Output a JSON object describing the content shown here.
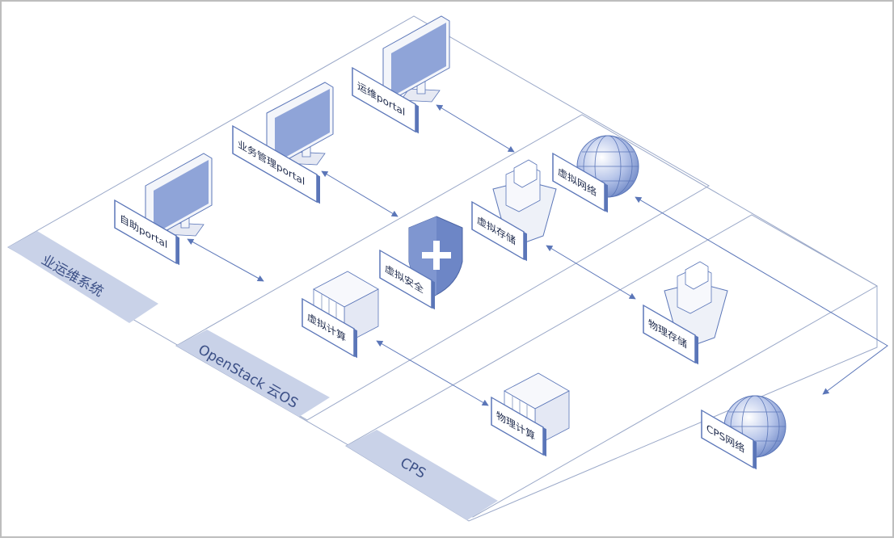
{
  "layers": {
    "ops": "业运维系统",
    "openstack": "OpenStack 云OS",
    "cps": "CPS"
  },
  "nodes": {
    "ops_portal": "运维portal",
    "biz_portal": "业务管理portal",
    "self_portal": "自助portal",
    "vnet": "虚拟网络",
    "vstorage": "虚拟存储",
    "vsecurity": "虚拟安全",
    "vcompute": "虚拟计算",
    "pstorage": "物理存储",
    "pcompute": "物理计算",
    "cpsnet": "CPS网络"
  },
  "colors": {
    "accent": "#5b76b8",
    "plane_line": "#9aa8c8",
    "band": "#c9d2e8",
    "screen": "#8fa4d8",
    "server_face": "#e4e8f4"
  }
}
